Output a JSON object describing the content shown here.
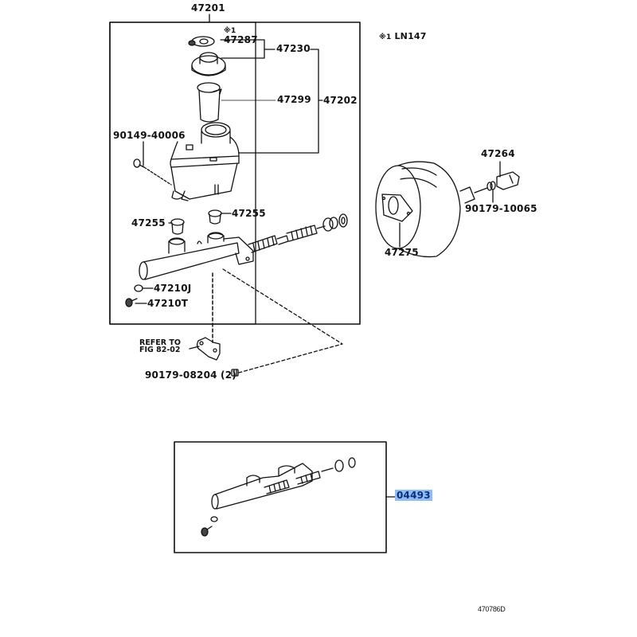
{
  "diagram": {
    "type": "parts-exploded-view",
    "subject": "brake master cylinder and booster",
    "illustration_code": "470786D",
    "note": {
      "symbol": "※1",
      "text": "LN147"
    },
    "labels": {
      "assembly_main": "47201",
      "note_marker": "※1",
      "cap_gasket": "47287",
      "cap_sub_assy": "47230",
      "strainer": "47299",
      "reservoir_assy": "47202",
      "reservoir_screw": "90149-40006",
      "grommet_left": "47255",
      "grommet_right": "47255",
      "gasket_j": "47210J",
      "bolt_t": "47210T",
      "refer_line1": "REFER TO",
      "refer_line2": "FIG 82-02",
      "nut_bottom": "90179-08204 (2)",
      "booster_clevis": "47264",
      "booster_nut": "90179-10065",
      "booster_gasket": "47275",
      "repair_kit": "04493"
    },
    "highlighted_part": "04493",
    "highlight_color": "#8fbcf5",
    "highlight_text_color": "#0b2f7a"
  }
}
